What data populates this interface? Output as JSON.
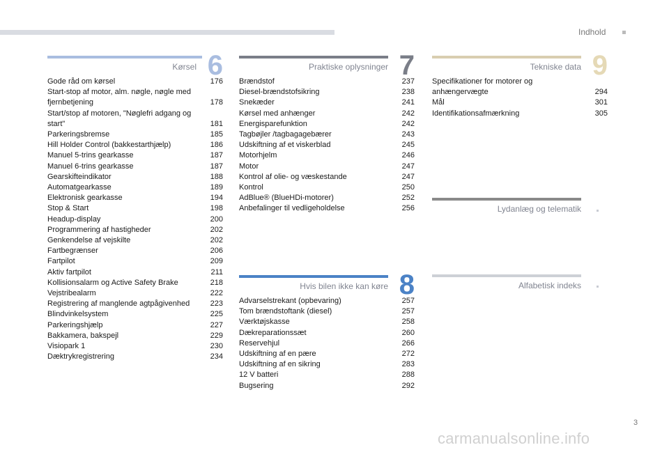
{
  "colors": {
    "blue": "#a9bde0",
    "gray": "#7a7e88",
    "midblue": "#4b82c6",
    "tan": "#d9ceb0",
    "tantext": "#e5d9b6",
    "darkgray": "#8a8a8a",
    "lightgray": "#cdd0d6"
  },
  "header": {
    "nav_label": "Indhold"
  },
  "sections": {
    "korsel": {
      "title": "Kørsel",
      "number": "6",
      "items": [
        {
          "t": "Gode råd om kørsel",
          "p": "176"
        },
        {
          "t": "Start-stop af motor, alm. nøgle, nøgle med fjernbetjening",
          "p": "178"
        },
        {
          "t": "Start/stop af motoren, \"Nøglefri adgang og start\"",
          "p": "181"
        },
        {
          "t": "Parkeringsbremse",
          "p": "185"
        },
        {
          "t": "Hill Holder Control (bakkestarthjælp)",
          "p": "186"
        },
        {
          "t": "Manuel 5-trins gearkasse",
          "p": "187"
        },
        {
          "t": "Manuel 6-trins gearkasse",
          "p": "187"
        },
        {
          "t": "Gearskifteindikator",
          "p": "188"
        },
        {
          "t": "Automatgearkasse",
          "p": "189"
        },
        {
          "t": "Elektronisk gearkasse",
          "p": "194"
        },
        {
          "t": "Stop & Start",
          "p": "198"
        },
        {
          "t": "Headup-display",
          "p": "200"
        },
        {
          "t": "Programmering af hastigheder",
          "p": "202"
        },
        {
          "t": "Genkendelse af vejskilte",
          "p": "202"
        },
        {
          "t": "Fartbegrænser",
          "p": "206"
        },
        {
          "t": "Fartpilot",
          "p": "209"
        },
        {
          "t": "Aktiv fartpilot",
          "p": "211"
        },
        {
          "t": "Kollisionsalarm og Active Safety Brake",
          "p": "218"
        },
        {
          "t": "Vejstribealarm",
          "p": "222"
        },
        {
          "t": "Registrering af manglende agtpågivenhed",
          "p": "223"
        },
        {
          "t": "Blindvinkelsystem",
          "p": "225"
        },
        {
          "t": "Parkeringshjælp",
          "p": "227"
        },
        {
          "t": "Bakkamera, bakspejl",
          "p": "229"
        },
        {
          "t": "Visiopark 1",
          "p": "230"
        },
        {
          "t": "Dæktrykregistrering",
          "p": "234"
        }
      ]
    },
    "praktiske": {
      "title": "Praktiske oplysninger",
      "number": "7",
      "items": [
        {
          "t": "Brændstof",
          "p": "237"
        },
        {
          "t": "Diesel-brændstofsikring",
          "p": "238"
        },
        {
          "t": "Snekæder",
          "p": "241"
        },
        {
          "t": "Kørsel med anhænger",
          "p": "242"
        },
        {
          "t": "Energisparefunktion",
          "p": "242"
        },
        {
          "t": "Tagbøjler /tagbagagebærer",
          "p": "243"
        },
        {
          "t": "Udskiftning af et viskerblad",
          "p": "245"
        },
        {
          "t": "Motorhjelm",
          "p": "246"
        },
        {
          "t": "Motor",
          "p": "247"
        },
        {
          "t": "Kontrol af olie- og væskestande",
          "p": "247"
        },
        {
          "t": "Kontrol",
          "p": "250"
        },
        {
          "t": "AdBlue® (BlueHDi-motorer)",
          "p": "252"
        },
        {
          "t": "Anbefalinger til vedligeholdelse",
          "p": "256"
        }
      ]
    },
    "hvis": {
      "title": "Hvis bilen ikke kan køre",
      "number": "8",
      "items": [
        {
          "t": "Advarselstrekant (opbevaring)",
          "p": "257"
        },
        {
          "t": "Tom brændstoftank (diesel)",
          "p": "257"
        },
        {
          "t": "Værktøjskasse",
          "p": "258"
        },
        {
          "t": "Dækreparationssæt",
          "p": "260"
        },
        {
          "t": "Reservehjul",
          "p": "266"
        },
        {
          "t": "Udskiftning af en pære",
          "p": "272"
        },
        {
          "t": "Udskiftning af en sikring",
          "p": "283"
        },
        {
          "t": "12 V batteri",
          "p": "288"
        },
        {
          "t": "Bugsering",
          "p": "292"
        }
      ]
    },
    "tekniske": {
      "title": "Tekniske data",
      "number": "9",
      "items": [
        {
          "t": "Specifikationer for motorer og anhængervægte",
          "p": "294"
        },
        {
          "t": "Mål",
          "p": "301"
        },
        {
          "t": "Identifikationsafmærkning",
          "p": "305"
        }
      ]
    },
    "lydanlaeg": {
      "title": "Lydanlæg og telematik"
    },
    "alfabetisk": {
      "title": "Alfabetisk indeks"
    }
  },
  "footer": {
    "page_number": "3",
    "watermark": "carmanualsonline.info"
  }
}
